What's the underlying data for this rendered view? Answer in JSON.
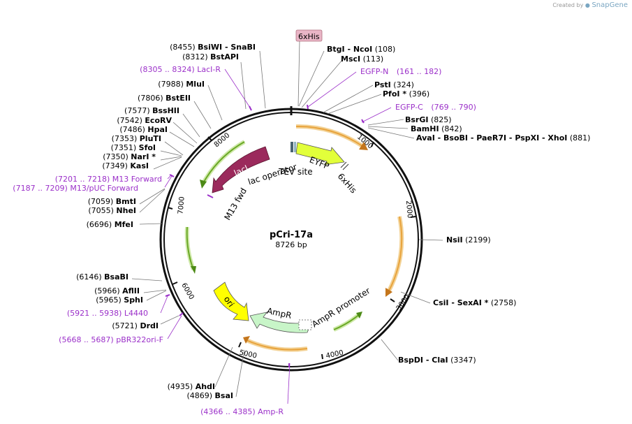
{
  "credit": {
    "prefix": "Created by",
    "brand": "SnapGene"
  },
  "plasmid": {
    "name": "pCri-17a",
    "size_label": "8726 bp"
  },
  "ticks": [
    "1000",
    "2000",
    "3000",
    "4000",
    "5000",
    "6000",
    "7000",
    "8000"
  ],
  "enzymes": [
    {
      "pos": "(8455)",
      "name": "BsiWI",
      "extra": " - SnaBI"
    },
    {
      "pos": "(8312)",
      "name": "BstAPI",
      "extra": ""
    },
    {
      "pos": "(7988)",
      "name": "MluI",
      "extra": ""
    },
    {
      "pos": "(7806)",
      "name": "BstEII",
      "extra": ""
    },
    {
      "pos": "(7577)",
      "name": "BssHII",
      "extra": ""
    },
    {
      "pos": "(7542)",
      "name": "EcoRV",
      "extra": ""
    },
    {
      "pos": "(7486)",
      "name": "HpaI",
      "extra": ""
    },
    {
      "pos": "(7353)",
      "name": "PluTI",
      "extra": ""
    },
    {
      "pos": "(7351)",
      "name": "SfoI",
      "extra": ""
    },
    {
      "pos": "(7350)",
      "name": "NarI *",
      "extra": ""
    },
    {
      "pos": "(7349)",
      "name": "KasI",
      "extra": ""
    },
    {
      "pos": "(7059)",
      "name": "BmtI",
      "extra": ""
    },
    {
      "pos": "(7055)",
      "name": "NheI",
      "extra": ""
    },
    {
      "pos": "(6696)",
      "name": "MfeI",
      "extra": ""
    },
    {
      "pos": "(6146)",
      "name": "BsaBI",
      "extra": ""
    },
    {
      "pos": "(5966)",
      "name": "AflII",
      "extra": ""
    },
    {
      "pos": "(5965)",
      "name": "SphI",
      "extra": ""
    },
    {
      "pos": "(5721)",
      "name": "DrdI",
      "extra": ""
    },
    {
      "pos": "(4935)",
      "name": "AhdI",
      "extra": ""
    },
    {
      "pos": "(4869)",
      "name": "BsaI",
      "extra": ""
    },
    {
      "pos": "(108)",
      "name": "BtgI",
      "extra": " - NcoI"
    },
    {
      "pos": "(113)",
      "name": "MscI",
      "extra": ""
    },
    {
      "pos": "(324)",
      "name": "PstI",
      "extra": ""
    },
    {
      "pos": "(396)",
      "name": "PfoI *",
      "extra": ""
    },
    {
      "pos": "(825)",
      "name": "BsrGI",
      "extra": ""
    },
    {
      "pos": "(842)",
      "name": "BamHI",
      "extra": ""
    },
    {
      "pos": "(881)",
      "name": "AvaI",
      "extra": " - BsoBI - PaeR7I - PspXI - XhoI"
    },
    {
      "pos": "(2199)",
      "name": "NsiI",
      "extra": ""
    },
    {
      "pos": "(2758)",
      "name": "CsiI",
      "extra": " - SexAI *"
    },
    {
      "pos": "(3347)",
      "name": "BspDI",
      "extra": " - ClaI"
    }
  ],
  "primers": [
    {
      "range": "(8305 .. 8324)",
      "name": "LacI-R"
    },
    {
      "range": "(7201 .. 7218)",
      "name": "M13 Forward"
    },
    {
      "range": "(7187 .. 7209)",
      "name": "M13/pUC Forward"
    },
    {
      "range": "(5921 .. 5938)",
      "name": "L4440"
    },
    {
      "range": "(5668 .. 5687)",
      "name": "pBR322ori-F"
    },
    {
      "range": "(4366 .. 4385)",
      "name": "Amp-R"
    },
    {
      "name": "EGFP-N",
      "range": "(161 .. 182)"
    },
    {
      "name": "EGFP-C",
      "range": "(769 .. 790)"
    }
  ],
  "features": {
    "his_tag_box": "6xHis",
    "eyfp": "EYFP",
    "his_inner": "6xHis",
    "tev": "TEV site",
    "laci": "lacI",
    "lac_operator": "lac operator",
    "m13_fwd": "M13 fwd",
    "ori": "ori",
    "ampr": "AmpR",
    "ampr_promoter": "AmpR promoter"
  },
  "colors": {
    "eyfp": "#e2ff3a",
    "laci": "#9b2a5c",
    "ampr": "#c8f5c8",
    "ori": "#ffff00",
    "orange_arc": "#e8a33c",
    "green_arc": "#6aa826",
    "primer": "#9b30c9",
    "his_box": "#e9b5c6"
  }
}
